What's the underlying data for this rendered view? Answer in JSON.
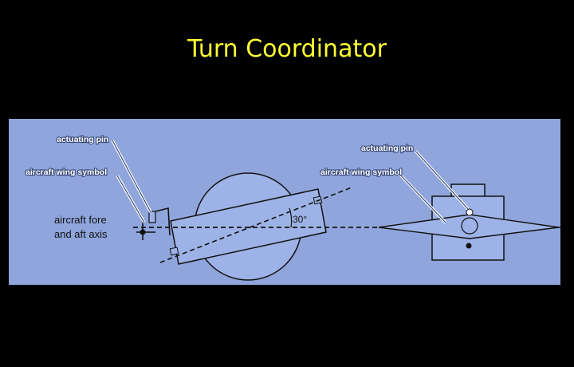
{
  "slide": {
    "title": "Turn Coordinator",
    "background_color": "#000000",
    "title_color": "#ffff33",
    "panel_color": "#8fa5dc"
  },
  "left_diagram": {
    "label_actuating_pin": "actuating pin",
    "label_wing_symbol": "aircraft wing symbol",
    "label_axis_line1": "aircraft fore",
    "label_axis_line2": "and aft axis",
    "angle_label": "30°"
  },
  "right_diagram": {
    "label_actuating_pin": "actuating pin",
    "label_wing_symbol": "aircraft wing symbol"
  }
}
